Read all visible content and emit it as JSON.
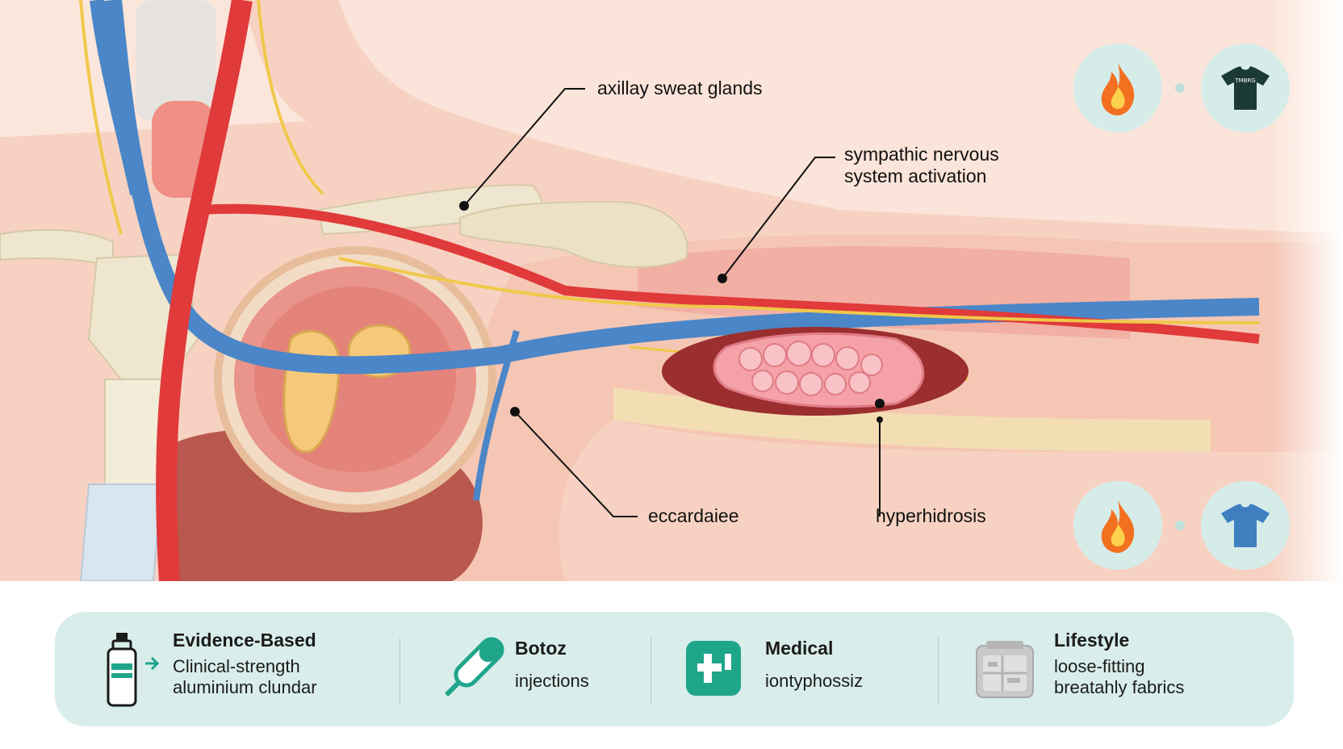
{
  "callouts": {
    "axillary": "axillay sweat glands",
    "sympathetic_line1": "sympathic nervous",
    "sympathetic_line2": "system activation",
    "eccrine": "eccardaiee",
    "hyperhidrosis": "hyperhidrosis"
  },
  "icons": {
    "top_left": "fire-icon",
    "top_right": "t-shirt-icon",
    "top_shirt_print": "TMBRG",
    "bottom_left": "fire-icon",
    "bottom_right": "t-shirt-icon"
  },
  "treatments": [
    {
      "icon": "antiperspirant-bottle-icon",
      "title": "Evidence-Based",
      "lines": [
        "Clinical-strength",
        "aluminium clundar"
      ]
    },
    {
      "icon": "syringe-icon",
      "title": "Botoz",
      "lines": [
        "injections"
      ]
    },
    {
      "icon": "medical-cross-icon",
      "title": "Medical",
      "lines": [
        "iontyphossiz"
      ]
    },
    {
      "icon": "clothing-box-icon",
      "title": "Lifestyle",
      "lines": [
        "loose-fitting",
        "breatahly fabrics"
      ]
    }
  ],
  "colors": {
    "artery": "#e03a3a",
    "vein": "#4a86c8",
    "nerve": "#f0c84a",
    "skin": "#f6d3c4",
    "bone": "#efe6cf",
    "panel": "#d9eeeb",
    "accent": "#1fa58a"
  }
}
